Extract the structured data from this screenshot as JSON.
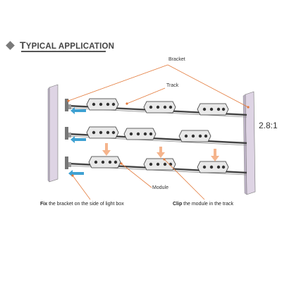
{
  "header": {
    "title_first": "T",
    "title_rest": "YPICAL APPLICATION"
  },
  "labels": {
    "bracket": "Bracket",
    "track": "Track",
    "module": "Module",
    "ratio": "2.8:1"
  },
  "captions": {
    "fix_bold": "Fix",
    "fix_text": " the bracket on the side of light box",
    "clip_bold": "Clip",
    "clip_text": " the module in the track"
  },
  "colors": {
    "blue_arrow": "#3ea1d2",
    "orange_arrow": "#f5b48c",
    "leader_line": "#e37a3b",
    "panel": "#ded4e4"
  }
}
